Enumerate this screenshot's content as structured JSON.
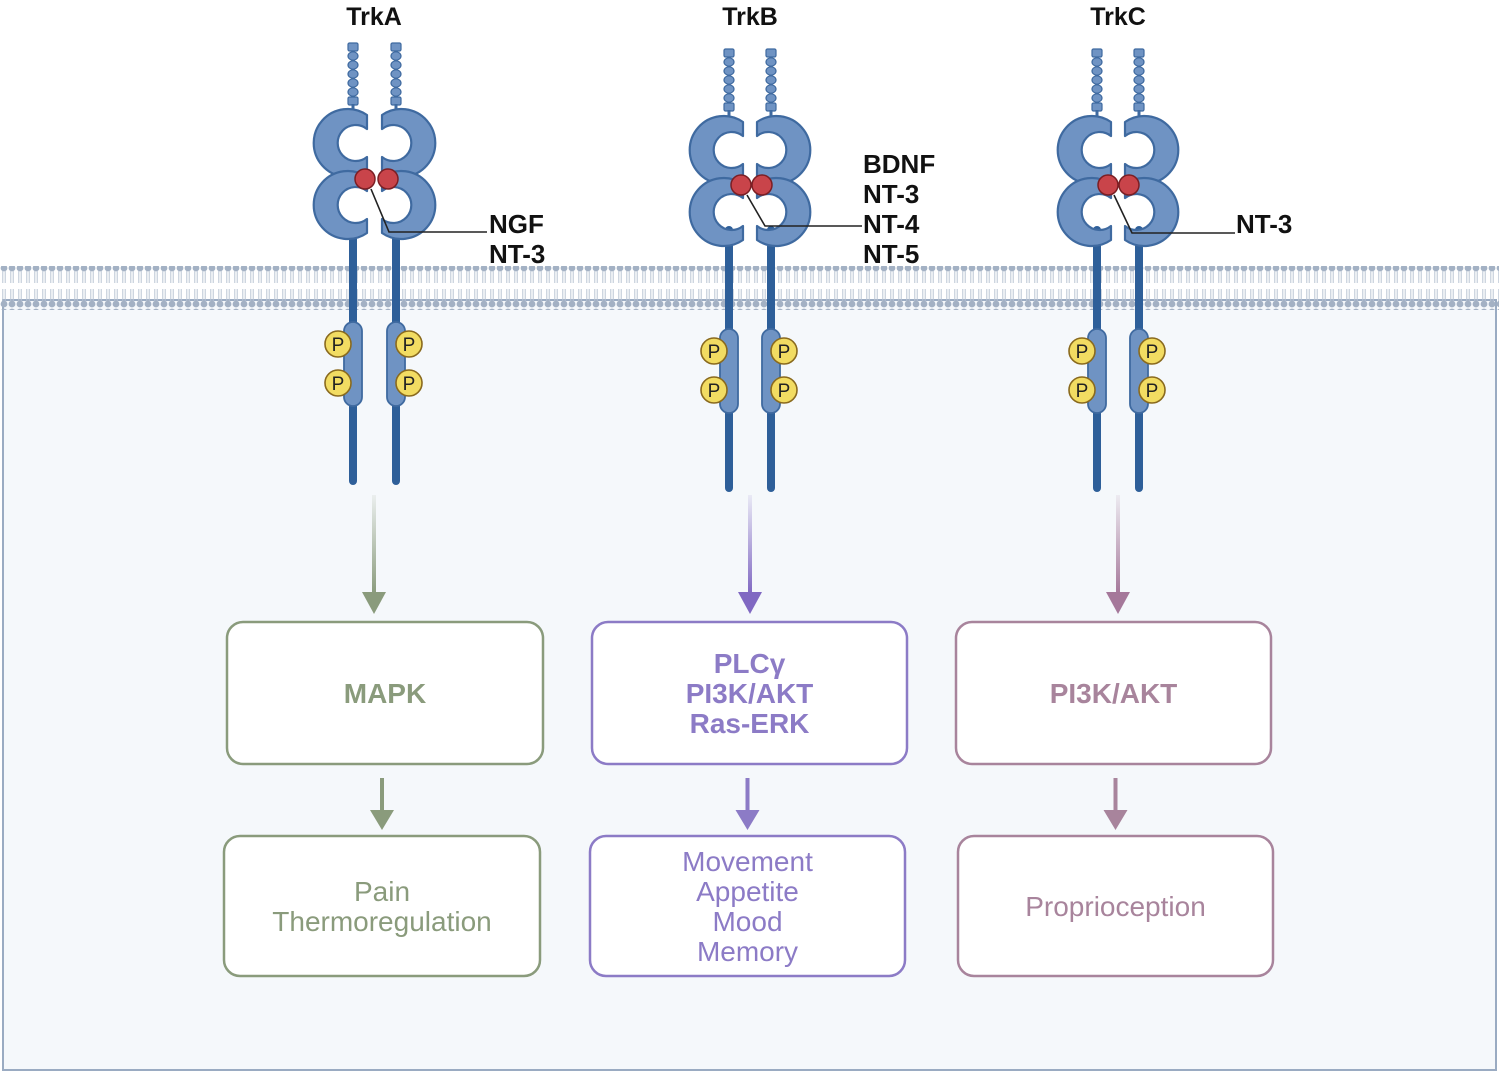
{
  "receptors": [
    {
      "name": "TrkA",
      "ligands": [
        "NGF",
        "NT-3"
      ],
      "pathway_lines": [
        "MAPK"
      ],
      "function_lines": [
        "Pain",
        "Thermoregulation"
      ],
      "phospho_label": "P",
      "color": "#8a9b7c",
      "arrow_color": "#8a9b7c"
    },
    {
      "name": "TrkB",
      "ligands": [
        "BDNF",
        "NT-3",
        "NT-4",
        "NT-5"
      ],
      "pathway_lines": [
        "PLCγ",
        "PI3K/AKT",
        "Ras-ERK"
      ],
      "function_lines": [
        "Movement",
        "Appetite",
        "Mood",
        "Memory"
      ],
      "phospho_label": "P",
      "color": "#8c7bc6",
      "arrow_color": "#8068c2"
    },
    {
      "name": "TrkC",
      "ligands": [
        "NT-3"
      ],
      "pathway_lines": [
        "PI3K/AKT"
      ],
      "function_lines": [
        "Proprioception"
      ],
      "phospho_label": "P",
      "color": "#a8849c",
      "arrow_color": "#a5789a"
    }
  ],
  "colors": {
    "receptor_fill": "#6f93c3",
    "receptor_stroke": "#3f6aa0",
    "receptor_stalk": "#2e5f99",
    "ligand": "#c9444a",
    "phosphate": "#f2dc62",
    "membrane": "#a3b1c4",
    "cytoplasm": "#f5f8fb",
    "frame": "#9aabc2"
  }
}
